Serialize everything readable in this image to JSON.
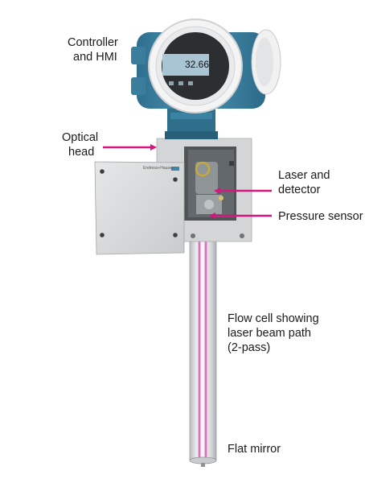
{
  "labels": {
    "controller_line1": "Controller",
    "controller_line2": "and HMI",
    "optical_line1": "Optical",
    "optical_line2": "head",
    "laser_line1": "Laser and",
    "laser_line2": "detector",
    "pressure": "Pressure sensor",
    "flow_line1": "Flow cell showing",
    "flow_line2": "laser beam path",
    "flow_line3": "(2-pass)",
    "mirror": "Flat mirror"
  },
  "display": {
    "reading": "32.66"
  },
  "logo": {
    "text": "Endress+Hauser"
  },
  "colors": {
    "housing_blue": "#3f86a6",
    "arrow_magenta": "#d6157e",
    "beam": "#d23aa8",
    "panel_grey": "#d9dadb"
  }
}
